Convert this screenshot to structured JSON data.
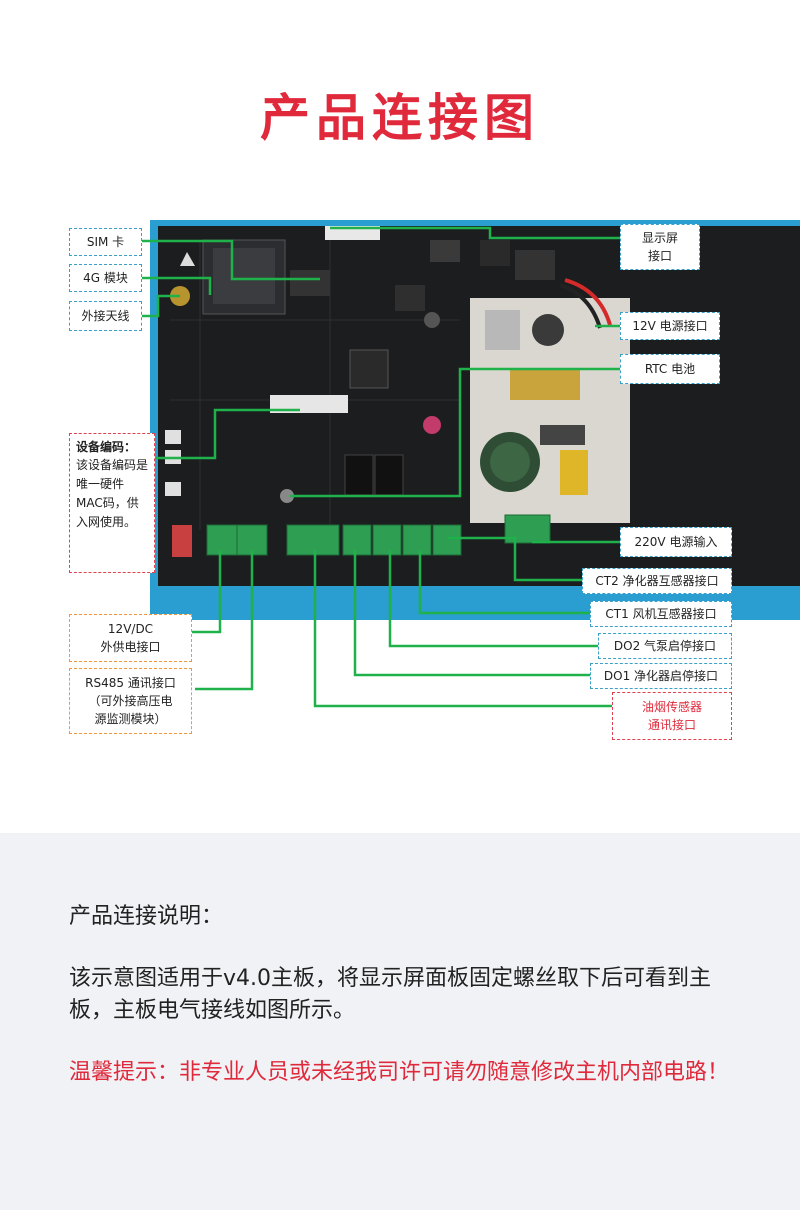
{
  "title": "产品连接图",
  "labels": {
    "sim": "SIM 卡",
    "module4g": "4G 模块",
    "antenna": "外接天线",
    "device_code_title": "设备编码：",
    "device_code_body": "该设备编码是唯一硬件 MAC码，供入网使用。",
    "display": "显示屏\n接口",
    "power12v": "12V 电源接口",
    "rtc": "RTC 电池",
    "power220v": "220V 电源输入",
    "ct2": "CT2 净化器互感器接口",
    "ct1": "CT1 风机互感器接口",
    "do2": "DO2 气泵启停接口",
    "do1": "DO1 净化器启停接口",
    "sensor": "油烟传感器\n通讯接口",
    "dc12v": "12V/DC\n外供电接口",
    "rs485": "RS485 通讯接口\n（可外接高压电\n源监测模块）"
  },
  "description": {
    "heading": "产品连接说明：",
    "body": "该示意图适用于v4.0主板，将显示屏面板固定螺丝取下后可看到主板，主板电气接线如图所示。",
    "warning": "温馨提示：非专业人员或未经我司许可请勿随意修改主机内部电路！"
  },
  "colors": {
    "title": "#e0293b",
    "board": "#1b1d1f",
    "frame": "#2a9ed0",
    "leader": "#1fb24a",
    "terminal": "#2e9e52",
    "bottom_bg": "#f0f2f6"
  }
}
